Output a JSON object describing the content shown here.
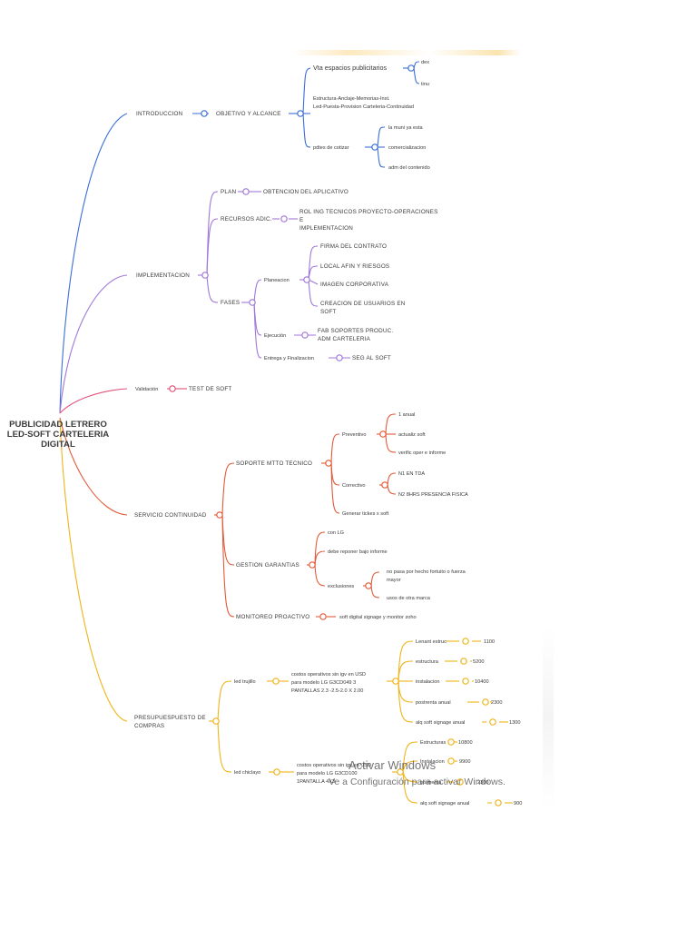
{
  "root": {
    "lines": [
      "PUBLICIDAD LETRERO",
      "LED-SOFT CARTELERIA",
      "DIGITAL"
    ]
  },
  "colors": {
    "intro": "#3b6fd8",
    "impl": "#a078d8",
    "valid": "#e0507a",
    "servicio": "#e25a3a",
    "presupuesto": "#f0b418"
  },
  "intro": {
    "label": "INTRODUCCION",
    "objetivo": "OBJETIVO Y ALCANCE",
    "vta": "Vta espacios publicitarios",
    "vta_children": [
      "dex",
      "tinu"
    ],
    "estructura": [
      "Estructura-Anclaje-Memorias-Inst.",
      "Led-Puesta-Provision Carteleria-Continuidad"
    ],
    "pdtes": "pdtes de cotizar",
    "pdtes_children": [
      "la muni ya esta",
      "comercializacion",
      "adm del contenido"
    ]
  },
  "impl": {
    "label": "IMPLEMENTACION",
    "plan": "PLAN",
    "plan_child": "OBTENCION DEL APLICATIVO",
    "recursos": "RECURSOS ADIC.",
    "recursos_child": [
      "ROL ING TECNICOS PROYECTO-OPERACIONES",
      "E",
      "IMPLEMENTACION"
    ],
    "fases": "FASES",
    "planeacion": "Planeacion",
    "planeacion_children": [
      "FIRMA DEL CONTRATO",
      "LOCAL AFIN Y RIESGOS",
      "IMAGEN CORPORATIVA",
      "CREACION DE USUARIOS EN",
      "SOFT"
    ],
    "ejecucion": "Ejecución",
    "ejecucion_child": [
      "FAB SOPORTES  PRODUC.",
      "ADM CARTELERIA"
    ],
    "entrega": "Entrega y Finalizacion",
    "entrega_child": "SEG AL SOFT"
  },
  "valid": {
    "label": "Validación",
    "child": "TEST DE SOFT"
  },
  "servicio": {
    "label": "SERVICIO CONTINUIDAD",
    "soporte": "SOPORTE MTTO TECNICO",
    "preventivo": "Preventivo",
    "preventivo_children": [
      "1 anual",
      "actualiz soft",
      "verific oper e informe"
    ],
    "correctivo": "Correctivo",
    "correctivo_children": [
      "N1 EN TDA",
      "N2 8HRS PRESENCIA FISICA"
    ],
    "generar": "Generar tickes x soft",
    "garantias": "GESTION GARANTIAS",
    "con_lg": "con LG",
    "debe": "debe reponer bajo informe",
    "exclusiones": "exclusiones",
    "exclusiones_children": [
      "no pasa por hecho fortuito o fuerza",
      "mayor",
      "usos de otra marca"
    ],
    "monitoreo": "MONITOREO PROACTIVO",
    "monitoreo_child": "soft digital signage y monitor zoho"
  },
  "presupuesto": {
    "label": [
      "PRESUPUESPUESTO DE",
      "COMPRAS"
    ],
    "trujillo": "led trujillo",
    "trujillo_desc": [
      "costos operativos sin igv en USD",
      "para modelo LG G3CD049 3",
      "PANTALLAS 2.3 -2.5-2.0 X 2.00"
    ],
    "trujillo_items": [
      {
        "name": "Lenant estruc",
        "value": "1100"
      },
      {
        "name": "estructura",
        "value": "5200"
      },
      {
        "name": "instalacion",
        "value": "10400"
      },
      {
        "name": "postrenta anual",
        "value": "2300"
      },
      {
        "name": "alq soft signage anual",
        "value": "1300"
      }
    ],
    "chiclayo": "led chiclayo",
    "chiclayo_desc": [
      "costos operativos sin igv en USD",
      "para modelo LG G3CD100",
      "1PANTALLA 4X3"
    ],
    "chiclayo_items": [
      {
        "name": "Estructuras",
        "value": "10800"
      },
      {
        "name": "Instalacion",
        "value": "9900"
      },
      {
        "name": "postrenta",
        "value": "2300"
      },
      {
        "name": "alq soft signage anual",
        "value": "900"
      }
    ]
  },
  "watermark": {
    "line1": "Activar Windows",
    "line2": "Ve a Configuración para activar Windows."
  }
}
